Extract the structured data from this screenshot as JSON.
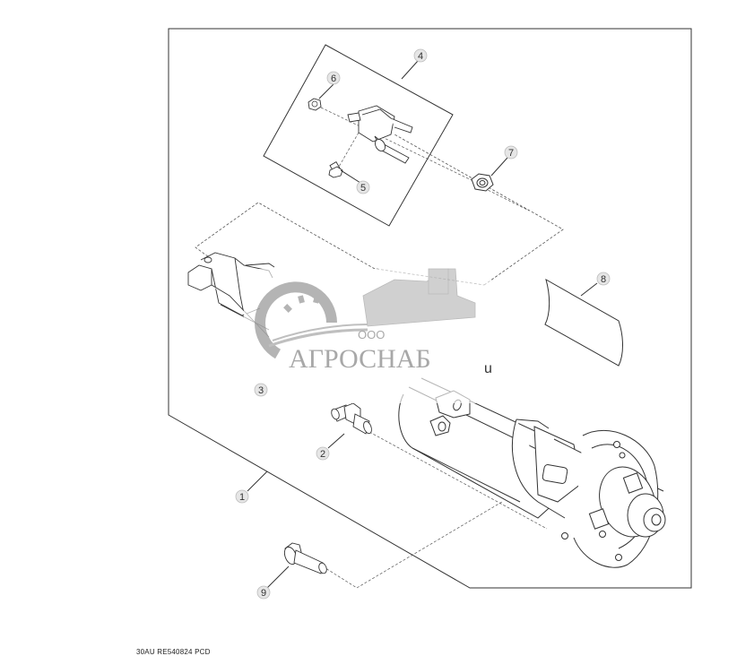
{
  "diagram": {
    "type": "exploded-parts-view",
    "subject": "starter motor assembly",
    "callouts": [
      {
        "id": "1",
        "label": "1"
      },
      {
        "id": "2",
        "label": "2"
      },
      {
        "id": "3",
        "label": "3"
      },
      {
        "id": "4",
        "label": "4"
      },
      {
        "id": "5",
        "label": "5"
      },
      {
        "id": "6",
        "label": "6"
      },
      {
        "id": "7",
        "label": "7"
      },
      {
        "id": "8",
        "label": "8"
      },
      {
        "id": "9",
        "label": "9"
      }
    ],
    "footer_code": "30AU  RE540824  PCD"
  },
  "watermark": {
    "prefix": "ООО",
    "name": "АГРОСНАБ",
    "suffix": "u"
  }
}
